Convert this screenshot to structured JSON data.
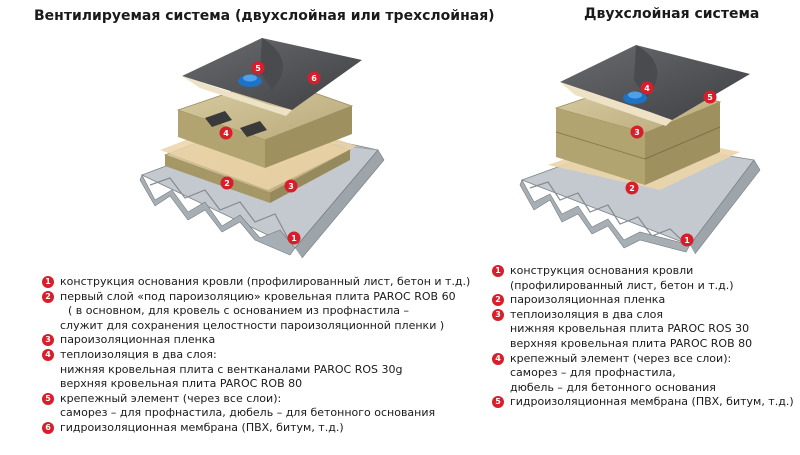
{
  "titles": {
    "left": "Вентилируемая система (двухслойная или трехслойная)",
    "right": "Двухслойная  система"
  },
  "colors": {
    "marker": "#d81e2a",
    "membrane": "#5a5b5e",
    "insulation": "#c7b98c",
    "vapor_film": "#eed6ae",
    "steel_deck": "#b9c0c6",
    "fastener": "#1d73c8"
  },
  "left_markers": [
    "1",
    "2",
    "3",
    "4",
    "5",
    "6"
  ],
  "right_markers": [
    "1",
    "2",
    "3",
    "4",
    "5"
  ],
  "legend_left": [
    {
      "num": "1",
      "lines": [
        "конструкция основания кровли (профилированный лист, бетон и т.д.)"
      ]
    },
    {
      "num": "2",
      "lines": [
        "первый слой «под пароизоляцию» кровельная плита PAROC ROB 60",
        "( в основном, для кровель с основанием из профнастила –",
        "служит для сохранения целостности пароизоляционной пленки )"
      ]
    },
    {
      "num": "3",
      "lines": [
        "пароизоляционная пленка"
      ]
    },
    {
      "num": "4",
      "lines": [
        "теплоизоляция в два слоя:",
        "нижняя кровельная плита с вентканалами PAROC ROS 30g",
        "верхняя кровельная плита PAROC  ROB 80"
      ]
    },
    {
      "num": "5",
      "lines": [
        "крепежный элемент (через все слои):",
        "саморез – для профнастила, дюбель – для бетонного основания"
      ]
    },
    {
      "num": "6",
      "lines": [
        "гидроизоляционная мембрана (ПВХ, битум, т.д.)"
      ]
    }
  ],
  "legend_right": [
    {
      "num": "1",
      "lines": [
        "конструкция основания кровли",
        "(профилированный лист, бетон и т.д.)"
      ]
    },
    {
      "num": "2",
      "lines": [
        "пароизоляционная пленка"
      ]
    },
    {
      "num": "3",
      "lines": [
        "теплоизоляция в два слоя",
        "нижняя кровельная плита PAROC ROS 30",
        "верхняя кровельная плита PAROC  ROB 80"
      ]
    },
    {
      "num": "4",
      "lines": [
        "крепежный элемент (через все слои):",
        "саморез – для профнастила,",
        "дюбель – для бетонного основания"
      ]
    },
    {
      "num": "5",
      "lines": [
        "гидроизоляционная мембрана (ПВХ, битум, т.д.)"
      ]
    }
  ]
}
